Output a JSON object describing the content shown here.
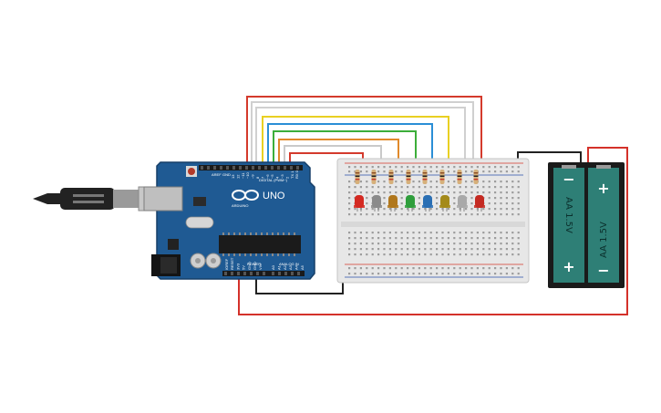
{
  "board": {
    "model_label": "UNO",
    "brand_label": "ARDUINO",
    "digital_label": "DIGITAL (PWM~)",
    "power_label": "POWER",
    "analog_label": "ANALOG IN",
    "aref_label": "AREF",
    "gnd_label": "GND",
    "power_pins": [
      "IOREF",
      "RESET",
      "3V3",
      "5V",
      "GND",
      "GND",
      "VIN"
    ],
    "analog_pins": [
      "A0",
      "A1",
      "A2",
      "A3",
      "A4",
      "A5"
    ],
    "digital_pins": [
      "13",
      "12",
      "~11",
      "~10",
      "~9",
      "8",
      "7",
      "~6",
      "~5",
      "4",
      "~3",
      "2",
      "TX 1",
      "RX 0"
    ]
  },
  "battery": {
    "cells": [
      {
        "label": "AA 1.5V"
      },
      {
        "label": "AA 1.5V"
      }
    ],
    "plus_sign": "+",
    "minus_sign": "−"
  },
  "leds": [
    {
      "color": "#d42a22"
    },
    {
      "color": "#8a8a8a"
    },
    {
      "color": "#b0771c"
    },
    {
      "color": "#2f9e3c"
    },
    {
      "color": "#2a6fb4"
    },
    {
      "color": "#a48a1a"
    },
    {
      "color": "#a9a9a9"
    },
    {
      "color": "#c42a22"
    }
  ],
  "wires": {
    "colors": [
      "#d43a2c",
      "#e9d022",
      "#2a8ed6",
      "#3cae3a",
      "#e1892a",
      "#c9c9c9",
      "#d43a2c"
    ]
  },
  "colors": {
    "board": "#1f5a93",
    "board_edge": "#163f68",
    "breadboard": "#e7e7e7",
    "battery_case": "#1a1a1a",
    "battery_cell": "#2e7f76",
    "usb_cable": "#222222",
    "power_wire": "#d4312a",
    "ground_wire": "#222222"
  }
}
